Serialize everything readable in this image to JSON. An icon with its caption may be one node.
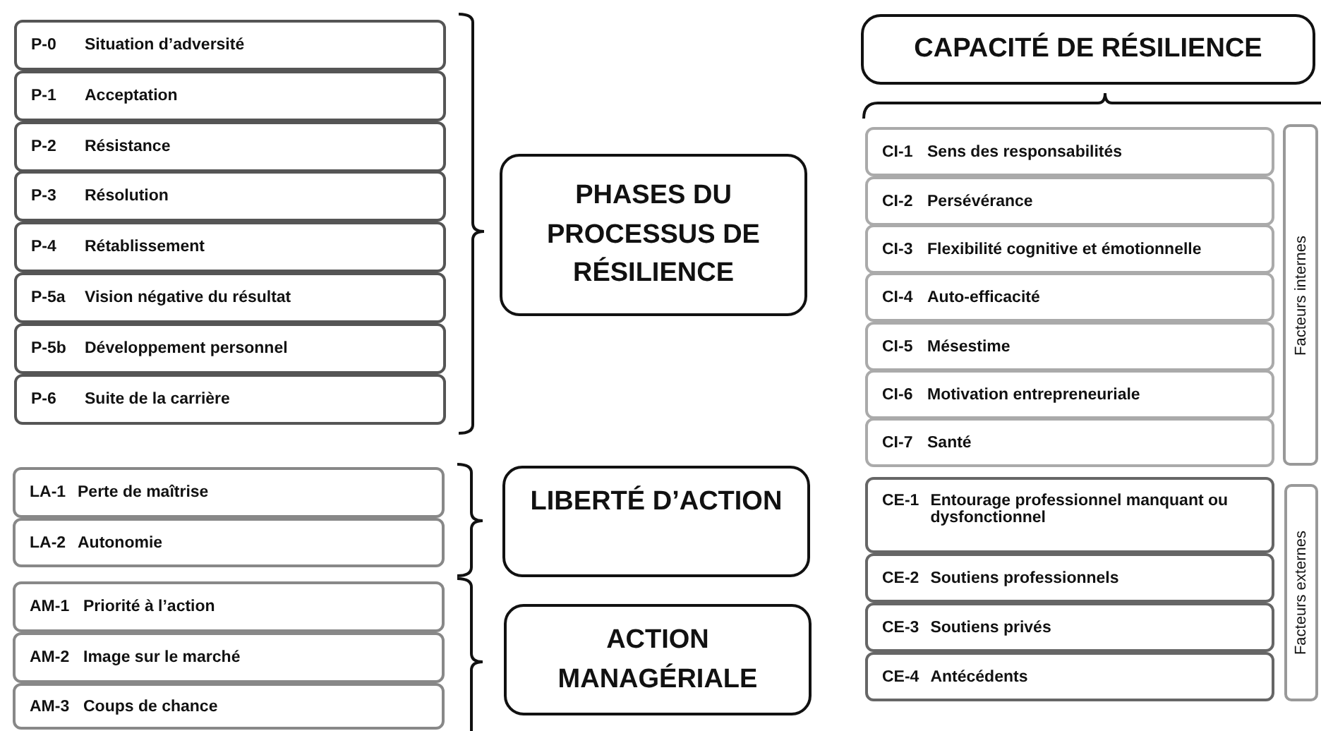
{
  "diagram": {
    "nodes": [
      {
        "text": [
          "P-0",
          "Situation d’adversité"
        ]
      },
      {
        "text": [
          "P-1",
          "Acceptation"
        ]
      },
      {
        "text": [
          "P-2",
          "Résistance"
        ]
      },
      {
        "text": [
          "P-3",
          "Résolution"
        ]
      },
      {
        "text": [
          "P-4",
          "Rétablissement"
        ]
      },
      {
        "text": [
          "P-5a",
          "Vision négative du résultat"
        ]
      },
      {
        "text": [
          "P-5b",
          "Développement personnel"
        ]
      },
      {
        "text": [
          "P-6",
          "Suite de la carrière"
        ]
      },
      {
        "text": [
          "PHASES DU PROCESSUS DE RÉSILIENCE"
        ]
      },
      {
        "text": [
          "LA-1",
          "Perte de maîtrise"
        ]
      },
      {
        "text": [
          "LA-2",
          "Autonomie"
        ]
      },
      {
        "text": [
          "LIBERTÉ D’ACTION"
        ]
      },
      {
        "text": [
          "AM-1",
          "Priorité à l’action"
        ]
      },
      {
        "text": [
          "AM-2",
          "Image sur le marché"
        ]
      },
      {
        "text": [
          "AM-3",
          "Coups de chance"
        ]
      },
      {
        "text": [
          "ACTION MANAGÉRIALE"
        ]
      },
      {
        "text": [
          "CAPACITÉ DE RÉSILIENCE"
        ]
      },
      {
        "text": [
          "CI-1",
          "Sens des responsabilités"
        ]
      },
      {
        "text": [
          "CI-2",
          "Persévérance"
        ]
      },
      {
        "text": [
          "CI-3",
          "Flexibilité cognitive et émotionnelle"
        ]
      },
      {
        "text": [
          "CI-4",
          "Auto-efficacité"
        ]
      },
      {
        "text": [
          "CI-5",
          "Mésestime"
        ]
      },
      {
        "text": [
          "CI-6",
          "Motivation entrepreneuriale"
        ]
      },
      {
        "text": [
          "CI-7",
          "Santé"
        ]
      },
      {
        "text": [
          "Facteurs internes"
        ]
      },
      {
        "text": [
          "CE-1",
          "Entourage professionnel manquant ou dysfonctionnel"
        ]
      },
      {
        "text": [
          "CE-2",
          "Soutiens professionnels"
        ]
      },
      {
        "text": [
          "CE-3",
          "Soutiens privés"
        ]
      },
      {
        "text": [
          "CE-4",
          "Antécédents"
        ]
      },
      {
        "text": [
          "Facteurs externes"
        ]
      }
    ]
  }
}
